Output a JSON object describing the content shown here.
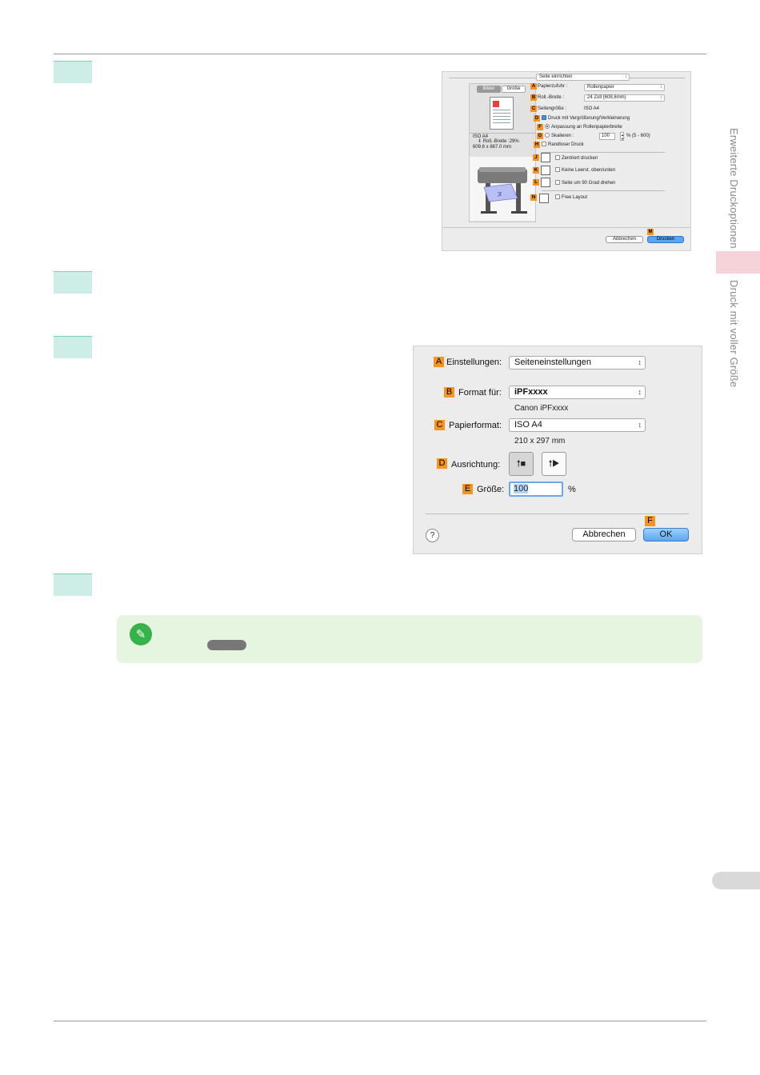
{
  "side_tabs": {
    "section_title": "Erweiterte Druckoptionen",
    "subsection_title": "Druck mit voller Größe"
  },
  "screenshot1": {
    "menu": "Seite einrichten",
    "tabs": [
      "Bilder",
      "Größe"
    ],
    "preview_info": [
      "ISO A4",
      "Roll.-Breite :29%",
      "609.6 x 867.0 mm"
    ],
    "rows": {
      "A": {
        "label": "Papierzufuhr :",
        "value": "Rollenpapier"
      },
      "B": {
        "label": "Roll.-Breite :",
        "value": "24 Zoll (608,6mm)"
      },
      "C": {
        "label": "Seitengröße :",
        "value": "ISO A4"
      },
      "D": {
        "label": "Druck mit Vergrößerung/Verkleinerung"
      },
      "F": {
        "label": "Anpassung an Rollenpapierbreite"
      },
      "G": {
        "label": "Skalieren :",
        "value": "100",
        "range": "% (5 - 600)"
      },
      "H": {
        "label": "Randloser Druck"
      },
      "J": {
        "label": "Zentriert drucken"
      },
      "K": {
        "label": "Keine Leerst. oben/unten"
      },
      "L": {
        "label": "Seite um 90 Grad drehen"
      },
      "N": {
        "label": "Free Layout"
      }
    },
    "tag_M": "M",
    "cancel": "Abbrechen",
    "print": "Drucken"
  },
  "screenshot2": {
    "settings_label": "Einstellungen:",
    "settings_value": "Seiteneinstellungen",
    "format_label": "Format für:",
    "format_value": "iPFxxxx",
    "format_sub": "Canon iPFxxxx",
    "paper_label": "Papierformat:",
    "paper_value": "ISO A4",
    "paper_sub": "210 x 297 mm",
    "orientation_label": "Ausrichtung:",
    "size_label": "Größe:",
    "size_value": "100",
    "size_unit": "%",
    "help": "?",
    "cancel": "Abbrechen",
    "ok": "OK",
    "tags": [
      "A",
      "B",
      "C",
      "D",
      "E",
      "F"
    ]
  },
  "colors": {
    "step_marker": "#cdeee6",
    "tag_orange": "#f7941d",
    "note_bg": "#e6f5df",
    "side_tab_active": "#f6d3d8"
  }
}
